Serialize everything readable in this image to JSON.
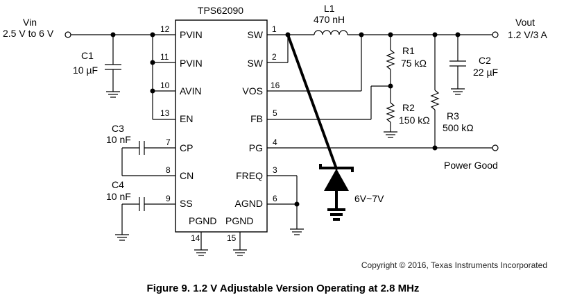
{
  "ic": {
    "name": "TPS62090",
    "pins": [
      {
        "num": "12",
        "label": "PVIN"
      },
      {
        "num": "11",
        "label": "PVIN"
      },
      {
        "num": "10",
        "label": "AVIN"
      },
      {
        "num": "13",
        "label": "EN"
      },
      {
        "num": "7",
        "label": "CP"
      },
      {
        "num": "8",
        "label": "CN"
      },
      {
        "num": "9",
        "label": "SS"
      },
      {
        "num": "1",
        "label": "SW"
      },
      {
        "num": "2",
        "label": "SW"
      },
      {
        "num": "16",
        "label": "VOS"
      },
      {
        "num": "5",
        "label": "FB"
      },
      {
        "num": "4",
        "label": "PG"
      },
      {
        "num": "3",
        "label": "FREQ"
      },
      {
        "num": "6",
        "label": "AGND"
      },
      {
        "num": "14",
        "label": "PGND"
      },
      {
        "num": "15",
        "label": "PGND"
      }
    ]
  },
  "input": {
    "label": "Vin",
    "range": "2.5 V to 6 V"
  },
  "output": {
    "label": "Vout",
    "spec": "1.2 V/3 A"
  },
  "power_good": "Power Good",
  "components": {
    "c1": {
      "ref": "C1",
      "value": "10 µF"
    },
    "c2": {
      "ref": "C2",
      "value": "22 µF"
    },
    "c3": {
      "ref": "C3",
      "value": "10 nF"
    },
    "c4": {
      "ref": "C4",
      "value": "10 nF"
    },
    "l1": {
      "ref": "L1",
      "value": "470 nH"
    },
    "r1": {
      "ref": "R1",
      "value": "75 kΩ"
    },
    "r2": {
      "ref": "R2",
      "value": "150 kΩ"
    },
    "r3": {
      "ref": "R3",
      "value": "500 kΩ"
    }
  },
  "zener": {
    "label": "6V~7V"
  },
  "copyright": "Copyright © 2016, Texas Instruments Incorporated",
  "caption": "Figure 9.  1.2 V Adjustable Version Operating at 2.8 MHz"
}
